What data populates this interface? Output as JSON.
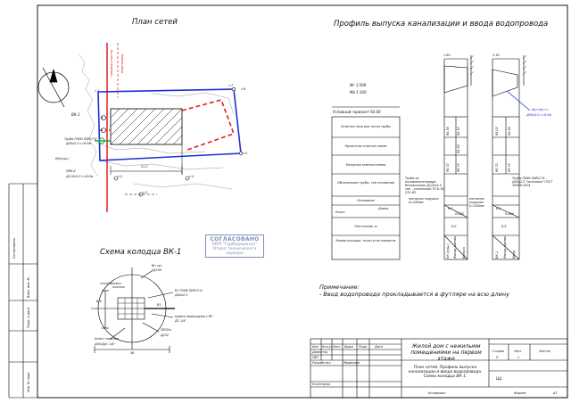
{
  "titles": {
    "site_plan": "План сетей",
    "profile": "Профиль выпуска канализации и ввода водопровода",
    "well_scheme": "Схема колодца ВК-1"
  },
  "site_plan": {
    "labels": {
      "vk1": "ВК-1",
      "pipe": "Труба ПЭ80 SDR17.6",
      "pipe_dim": "Д40х2.3 L=6.9м",
      "kk": "КК(сущ.)",
      "pvk": "ПВК-II",
      "pvk_dim": "Д110х3.2 L=6.0м",
      "dim_21": "21.2",
      "m7": "т.7",
      "m6": "т.6",
      "m5": "т.5",
      "m4": "т.4",
      "m3": "т.3",
      "m2": "т.2",
      "m1": "т.1",
      "bld_a": "А",
      "bld_b": "Б",
      "red1": "граница участка",
      "red2": "водопровод"
    }
  },
  "profile": {
    "scales": [
      "Мг 1:500",
      "Мв 1:100"
    ],
    "horizon": "Условный горизонт 92.00",
    "rows": [
      "Отметка низа или лотка трубы",
      "Проектная отметка земли",
      "Натурная отметка земли",
      "Обозначение трубы, тип основания",
      "Основание",
      "Уклон",
      "Расстояние, м",
      "Номер колодца, точки угла поворота"
    ],
    "slope_right": "Длина",
    "col1": {
      "top_mark": "1.64",
      "v1": "94.38",
      "v2": "94.32",
      "v3": "94.39",
      "v4": "95.72",
      "v5": "95.73",
      "pipe_desc": "Труба из поливинилхлорида безнапорная Д110х3.2, тип - усиленный ТУ 6-19-231-83",
      "base": "песчаная подушка δ=100мм",
      "slope": "6.0",
      "slope2": "0.028",
      "distance": "6.0",
      "well_a": "КК (сущ.)",
      "well_b": "Фасад здания",
      "well_c": "Выпуск"
    },
    "col2": {
      "top_mark": "2.16",
      "v1": "93.02",
      "v2": "94.36",
      "v3": "95.72",
      "v4": "95.73",
      "pipe_desc": "Труба ПЭ80 SDR17.6 - Д40х2.3 \"питьевая\" ГОСТ 18599-2001",
      "base": "песчаная подушка δ=100мм",
      "slope": "6.9",
      "slope2": "0.068",
      "distance": "6.9",
      "well_a": "ВК-1",
      "well_b": "Фасад здания",
      "well_c": "Ввод",
      "casing": "Футляр ст.",
      "casing_dim": "Д89х4.0 L=6.0м"
    }
  },
  "well": {
    "labels": {
      "pt_bit": "точка врезки",
      "vn": "Вн чуг.",
      "vn_dim": "Ду100",
      "pipe1": "В1 ПЭ80 SDR17.6",
      "pipe1_dim": "Д40х2.3",
      "mufta": "муфта переходная с ВР",
      "mufta_dim": "Д1 1/4\"",
      "tap": "ПБ32м",
      "tap_dim": "Ду32",
      "hatch": "Хомут седелка",
      "hatch_dim": "Д40/Ду1 1/4\"",
      "b6": "Б-6",
      "b1": "В1",
      "d46": "46"
    }
  },
  "stamp": {
    "title": "СОГЛАСОВАНО",
    "lines": [
      "МУП \"ГорВодоканал\"",
      "Отдел технического надзора"
    ]
  },
  "notes": {
    "heading": "Примечание:",
    "text": "- Ввод водопровода прокладывается в футляре на всю длину"
  },
  "title_block": {
    "headers": [
      "Изм",
      "Кол.уч",
      "Лист",
      "№док",
      "Подп.",
      "Дата"
    ],
    "roles": [
      "Директор",
      "ГИП",
      "Разработал",
      "Н.контроль"
    ],
    "developer": "Медведев",
    "project": "Жилой дом с нежилыми помещениями на первом этаже",
    "sheet_title": "План сетей. Профиль выпуска канализации и ввода водопровода. Схема колодца ВК-1.",
    "stage_h": "Стадия",
    "sheet_h": "Лист",
    "sheets_h": "Листов",
    "stage": "П",
    "sheet": "1",
    "sheets": "",
    "org": "ЦЦ",
    "copied": "Копировал",
    "format": "Формат",
    "format_val": "А3"
  },
  "side_block": {
    "labels": [
      "Согласовано",
      "Взам. инв. №",
      "Подп. и дата",
      "Инв. № подл."
    ]
  }
}
